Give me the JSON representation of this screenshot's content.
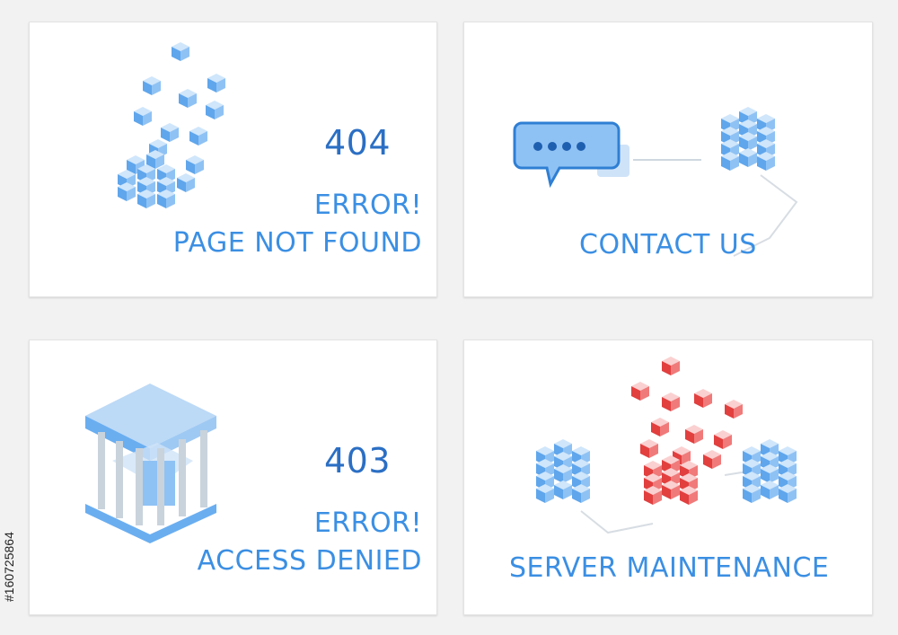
{
  "cards": {
    "not_found": {
      "code": "404",
      "line1": "ERROR!",
      "line2": "PAGE NOT FOUND",
      "icon": "scattered-cubes-icon"
    },
    "contact": {
      "label": "CONTACT US",
      "icon": "chat-bubble-icon"
    },
    "access_denied": {
      "code": "403",
      "line1": "ERROR!",
      "line2": "ACCESS DENIED",
      "icon": "caged-cube-icon"
    },
    "maintenance": {
      "label": "SERVER MAINTENANCE",
      "icon": "broken-cube-icon"
    }
  },
  "side_text": "#160725864",
  "colors": {
    "primary": "#3b8fe3",
    "code": "#2b6fc4",
    "cube_blue": "#6aaef0",
    "cube_red": "#e84a4a"
  }
}
